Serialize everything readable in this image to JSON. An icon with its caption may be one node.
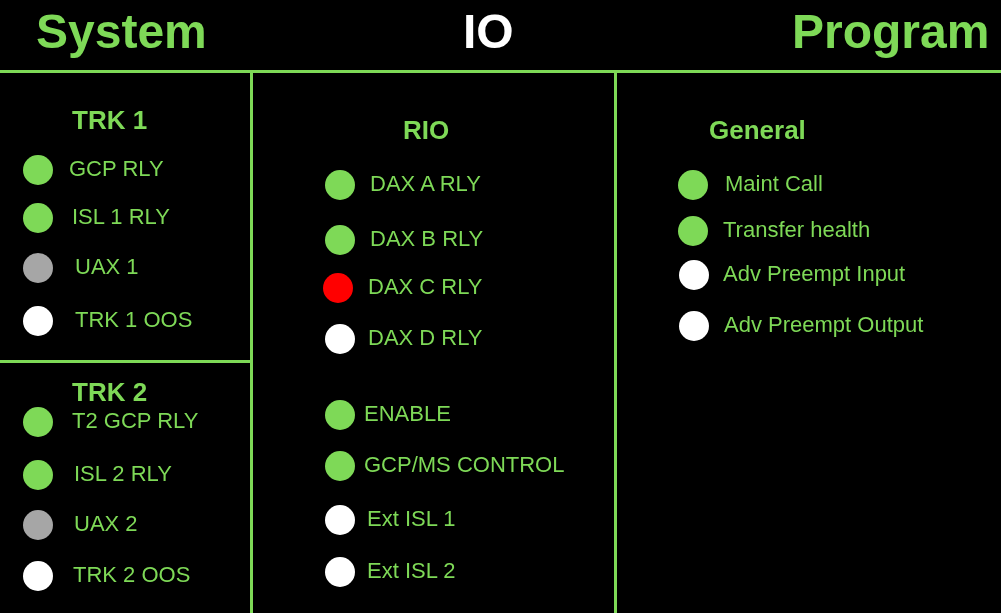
{
  "diagram": {
    "nodes": [
      {
        "text": [
          "TRK 1"
        ]
      },
      {
        "text": [],
        "shape": "circle",
        "in": 0,
        "beside": [
          "GCP RLY"
        ]
      },
      {
        "text": [],
        "shape": "circle",
        "in": 0,
        "beside": [
          "ISL 1 RLY"
        ]
      },
      {
        "text": [],
        "shape": "circle",
        "in": 0,
        "beside": [
          "UAX 1"
        ]
      },
      {
        "text": [],
        "shape": "circle",
        "in": 0,
        "beside": [
          "TRK 1 OOS"
        ]
      },
      {
        "text": [
          "TRK 2"
        ]
      },
      {
        "text": [],
        "shape": "circle",
        "in": 5,
        "beside": [
          "T2 GCP RLY"
        ]
      },
      {
        "text": [],
        "shape": "circle",
        "in": 5,
        "beside": [
          "ISL 2 RLY"
        ]
      },
      {
        "text": [],
        "shape": "circle",
        "in": 5,
        "beside": [
          "UAX 2"
        ]
      },
      {
        "text": [],
        "shape": "circle",
        "in": 5,
        "beside": [
          "TRK 2 OOS"
        ]
      },
      {
        "text": [
          "RIO"
        ]
      },
      {
        "text": [],
        "shape": "circle",
        "in": 10,
        "beside": [
          "DAX A RLY"
        ]
      },
      {
        "text": [],
        "shape": "circle",
        "in": 10,
        "beside": [
          "DAX B RLY"
        ]
      },
      {
        "text": [],
        "shape": "circle",
        "in": 10,
        "beside": [
          "DAX C RLY"
        ]
      },
      {
        "text": [],
        "shape": "circle",
        "in": 10,
        "beside": [
          "DAX D RLY"
        ]
      },
      {
        "text": [],
        "shape": "circle",
        "in": 10,
        "beside": [
          "ENABLE"
        ]
      },
      {
        "text": [],
        "shape": "circle",
        "in": 10,
        "beside": [
          "GCP/MS CONTROL"
        ]
      },
      {
        "text": [],
        "shape": "circle",
        "in": 10,
        "beside": [
          "Ext ISL 1"
        ]
      },
      {
        "text": [],
        "shape": "circle",
        "in": 10,
        "beside": [
          "Ext ISL 2"
        ]
      },
      {
        "text": [
          "General"
        ]
      },
      {
        "text": [],
        "shape": "circle",
        "in": 19,
        "beside": [
          "Maint Call"
        ]
      },
      {
        "text": [],
        "shape": "circle",
        "in": 19,
        "beside": [
          "Transfer health"
        ]
      },
      {
        "text": [],
        "shape": "circle",
        "in": 19,
        "beside": [
          "Adv Preempt Input"
        ]
      },
      {
        "text": [],
        "shape": "circle",
        "in": 19,
        "beside": [
          "Adv Preempt Output"
        ]
      }
    ],
    "labels": [
      "System",
      "IO",
      "Program"
    ]
  }
}
